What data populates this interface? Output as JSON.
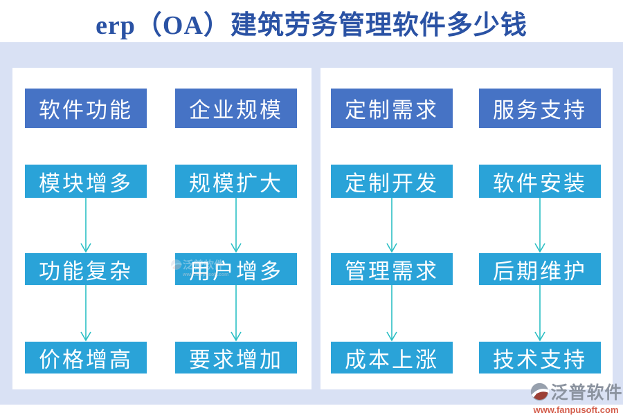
{
  "title": "erp（OA）建筑劳务管理软件多少钱",
  "panels": [
    {
      "columns": [
        {
          "header": "软件功能",
          "items": [
            "模块增多",
            "功能复杂",
            "价格增高"
          ]
        },
        {
          "header": "企业规模",
          "items": [
            "规模扩大",
            "用户增多",
            "要求增加"
          ]
        }
      ]
    },
    {
      "columns": [
        {
          "header": "定制需求",
          "items": [
            "定制开发",
            "管理需求",
            "成本上涨"
          ]
        },
        {
          "header": "服务支持",
          "items": [
            "软件安装",
            "后期维护",
            "技术支持"
          ]
        }
      ]
    }
  ],
  "branding": {
    "logo_text": "泛普软件",
    "website": "www.fanpusoft.com"
  },
  "colors": {
    "title_text": "#2a52a4",
    "background_band": "#d9e1f4",
    "header_box": "#4673c5",
    "item_box": "#2aa3d8",
    "arrow": "#2bbfc4",
    "brand_gray": "#8b939f",
    "brand_red": "#d4604e"
  }
}
